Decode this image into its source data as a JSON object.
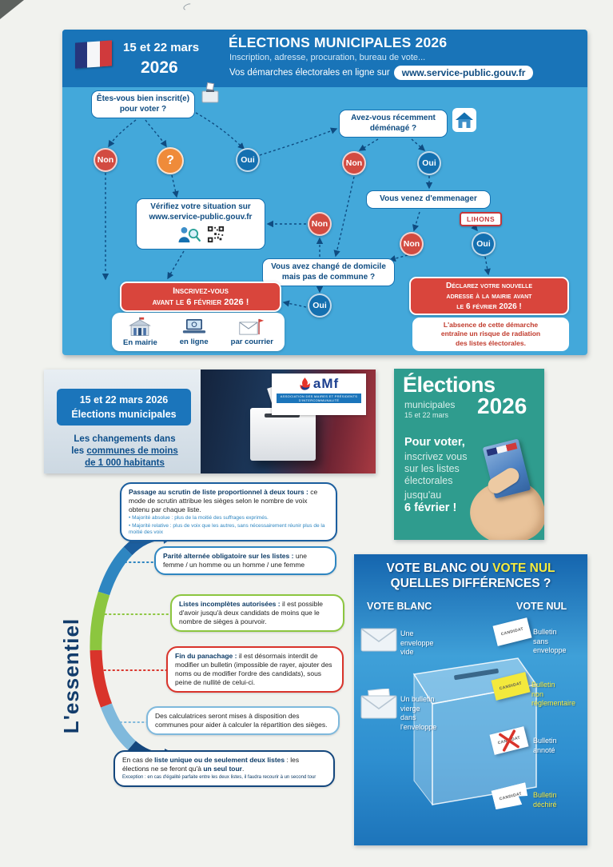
{
  "colors": {
    "header_blue": "#1974b8",
    "body_blue": "#43a8da",
    "red_box": "#d9453c",
    "circle_red": "#d24b41",
    "circle_blue": "#1470b0",
    "circle_orange": "#ef8b3a",
    "green_poster": "#2f9c8e",
    "vote_yellow": "#f7ec3e",
    "navy": "#0d3b66",
    "bubble_green": "#8cc63f",
    "bubble_red": "#d9342b"
  },
  "top": {
    "dates": "15 et 22 mars",
    "year": "2026",
    "title": "ÉLECTIONS MUNICIPALES 2026",
    "subtitle": "Inscription, adresse, procuration, bureau de vote...",
    "cta": "Vos démarches électorales en ligne sur",
    "url": "www.service-public.gouv.fr",
    "q1": "Êtes-vous bien inscrit(e)\npour voter ?",
    "q2": "Avez-vous récemment\ndéménagé ?",
    "non": "Non",
    "oui": "Oui",
    "question_mark": "?",
    "verify_line1": "Vérifiez votre situation sur",
    "verify_line2": "www.service-public.gouv.fr",
    "emmenager": "Vous venez d'emmenager",
    "lihons": "LIHONS",
    "domicile": "Vous avez changé de domicile\nmais pas de commune ?",
    "inscrivez": "Inscrivez-vous\navant le 6 février 2026 !",
    "channel_mairie": "En mairie",
    "channel_ligne": "en ligne",
    "channel_courrier": "par courrier",
    "declarez": "Déclarez votre nouvelle\nadresse à la mairie avant\nle 6 février 2026 !",
    "warning": "L'absence de cette démarche\nentraîne un risque de radiation\ndes listes électorales."
  },
  "amf": {
    "box_line1": "15 et 22 mars 2026",
    "box_line2": "Élections municipales",
    "sub_line1": "Les changements dans",
    "sub_line2_pre": "les ",
    "sub_line2_u": "communes de moins",
    "sub_line3_u": "de 1 000 habitants",
    "logo_text": "aMf",
    "logo_tagline": "ASSOCIATION DES MAIRES ET PRÉSIDENTS D'INTERCOMMUNALITÉ"
  },
  "green": {
    "title": "Élections",
    "subtitle": "municipales",
    "dates": "15 et 22 mars",
    "year": "2026",
    "line1": "Pour voter,",
    "line2": "inscrivez vous",
    "line3": "sur les listes",
    "line4": "électorales",
    "line5": "jusqu'au",
    "line6": "6 février !"
  },
  "essentiel": {
    "label": "L'essentiel",
    "item1_bold": "Passage au scrutin de liste proportionnel à deux tours :",
    "item1_text": "ce mode de scrutin attribue les sièges selon le nombre de voix obtenu par chaque liste.",
    "item1_bullet1": "Majorité absolue : plus de la moitié des suffrages exprimés.",
    "item1_bullet2": "Majorité relative : plus de voix que les autres, sans nécessairement réunir plus de la moitié des voix",
    "item2_bold": "Parité alternée obligatoire sur les listes :",
    "item2_text": "une femme / un homme ou un homme / une femme",
    "item3_bold": "Listes incomplètes autorisées :",
    "item3_text": "il est possible d'avoir jusqu'à deux candidats de moins que le nombre de sièges à pourvoir.",
    "item4_bold": "Fin du panachage :",
    "item4_text": "il est désormais interdit de modifier un bulletin (impossible de rayer, ajouter des noms ou de modifier l'ordre des candidats), sous peine de nullité de celui-ci.",
    "item5_text": "Des calculatrices seront mises à disposition des communes pour aider à calculer la répartition des sièges.",
    "item6_pre": "En cas de ",
    "item6_bold1": "liste unique ou de seulement deux listes",
    "item6_mid": " : les élections ne se feront qu'à ",
    "item6_bold2": "un seul tour",
    "item6_end": ".",
    "item6_exception": "Exception : en cas d'égalité parfaite entre les deux listes, il faudra recourir à un second tour"
  },
  "vote": {
    "title_white": "VOTE BLANC OU",
    "title_yellow": "VOTE NUL",
    "title_line2": "QUELLES DIFFÉRENCES ?",
    "col_blanc": "VOTE BLANC",
    "col_nul": "VOTE NUL",
    "blanc1": "Une\nenveloppe\nvide",
    "blanc2": "Un bulletin\nvierge\ndans\nl'enveloppe",
    "nul1": "Bulletin\nsans\nenveloppe",
    "nul2": "Bulletin\nnon\nréglementaire",
    "nul3": "Bulletin\nannoté",
    "nul4": "Bulletin\ndéchiré",
    "candidat": "CANDIDAT"
  }
}
